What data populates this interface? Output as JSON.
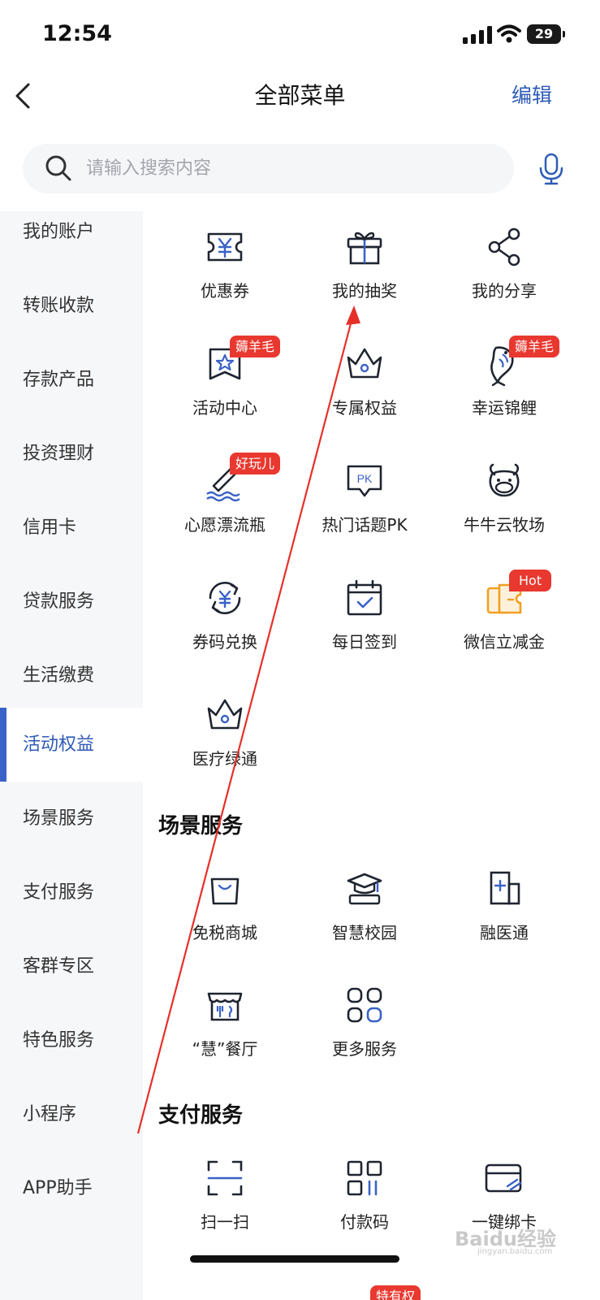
{
  "status_bar": {
    "time": "12:54",
    "battery": "29"
  },
  "nav": {
    "title": "全部菜单",
    "edit_label": "编辑"
  },
  "search": {
    "placeholder": "请输入搜索内容"
  },
  "sidebar": {
    "items": [
      {
        "label": "我的账户"
      },
      {
        "label": "转账收款"
      },
      {
        "label": "存款产品"
      },
      {
        "label": "投资理财"
      },
      {
        "label": "信用卡"
      },
      {
        "label": "贷款服务"
      },
      {
        "label": "生活缴费"
      },
      {
        "label": "活动权益",
        "active": true
      },
      {
        "label": "场景服务"
      },
      {
        "label": "支付服务"
      },
      {
        "label": "客群专区"
      },
      {
        "label": "特色服务"
      },
      {
        "label": "小程序"
      },
      {
        "label": "APP助手"
      }
    ]
  },
  "activity": {
    "items": [
      {
        "label": "优惠券",
        "icon": "coupon-icon"
      },
      {
        "label": "我的抽奖",
        "icon": "gift-icon"
      },
      {
        "label": "我的分享",
        "icon": "share-icon"
      },
      {
        "label": "活动中心",
        "icon": "activity-star-icon",
        "badge": "薅羊毛"
      },
      {
        "label": "专属权益",
        "icon": "crown-icon"
      },
      {
        "label": "幸运锦鲤",
        "icon": "koi-fish-icon",
        "badge": "薅羊毛"
      },
      {
        "label": "心愿漂流瓶",
        "icon": "drift-bottle-icon",
        "badge": "好玩儿"
      },
      {
        "label": "热门话题PK",
        "icon": "pk-bubble-icon"
      },
      {
        "label": "牛牛云牧场",
        "icon": "cow-icon"
      },
      {
        "label": "券码兑换",
        "icon": "exchange-icon"
      },
      {
        "label": "每日签到",
        "icon": "calendar-check-icon"
      },
      {
        "label": "微信立减金",
        "icon": "wallet-voucher-icon",
        "badge": "Hot"
      },
      {
        "label": "医疗绿通",
        "icon": "medical-crown-icon"
      }
    ]
  },
  "scene": {
    "title": "场景服务",
    "items": [
      {
        "label": "免税商城",
        "icon": "shopping-bag-icon"
      },
      {
        "label": "智慧校园",
        "icon": "graduation-cap-icon"
      },
      {
        "label": "融医通",
        "icon": "hospital-icon"
      },
      {
        "label": "“慧”餐厅",
        "icon": "restaurant-icon"
      },
      {
        "label": "更多服务",
        "icon": "more-grid-icon"
      }
    ]
  },
  "pay": {
    "title": "支付服务",
    "items": [
      {
        "label": "扫一扫",
        "icon": "scan-icon"
      },
      {
        "label": "付款码",
        "icon": "payment-code-icon"
      },
      {
        "label": "一键绑卡",
        "icon": "bind-card-icon"
      }
    ],
    "partial_badge": "特有权"
  },
  "watermark": {
    "text": "Baidu经验",
    "sub": "jingyan.baidu.com"
  },
  "colors": {
    "accent": "#2f5bb7",
    "badge": "#e8382f",
    "sidebar_bg": "#f6f7f9",
    "icon_stroke": "#1f2430",
    "annotation_arrow": "#e5302a"
  }
}
